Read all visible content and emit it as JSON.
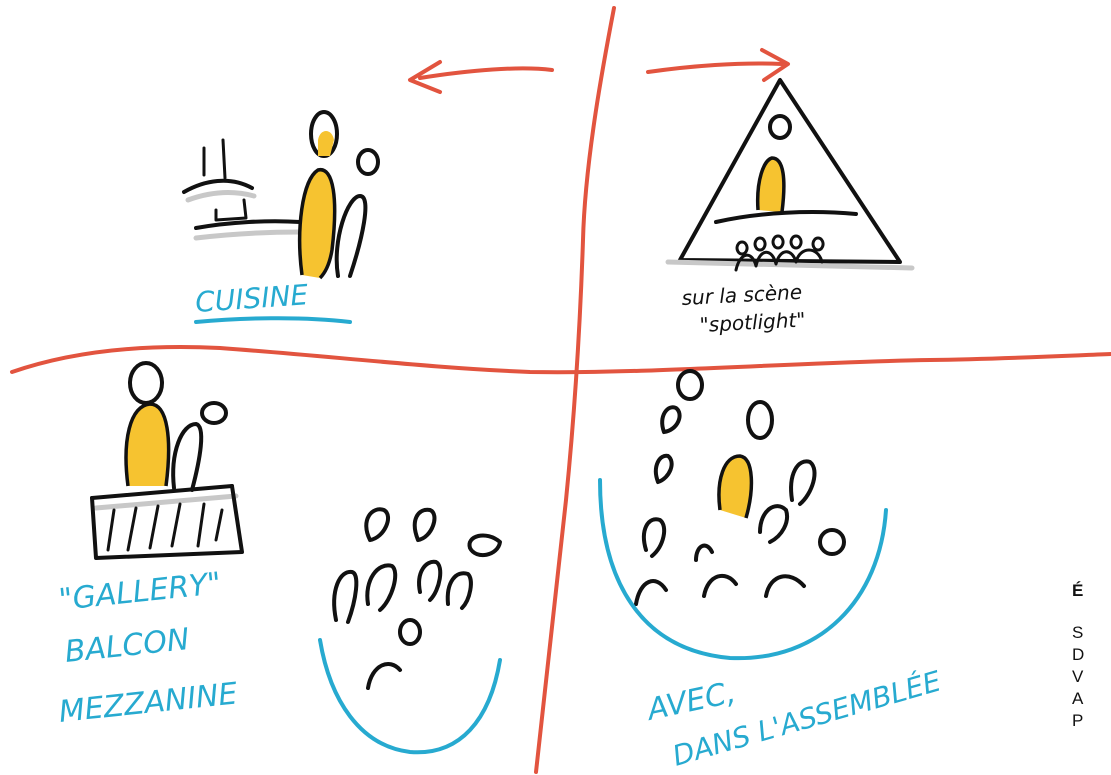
{
  "colors": {
    "divider": "#e2543f",
    "label": "#27aad0",
    "figure_fill": "#f6c330",
    "ink": "#111111"
  },
  "quadrants": {
    "top_left": {
      "label": "CUISINE",
      "icon": "kitchen-counter-icon"
    },
    "top_right": {
      "label_line1": "sur la scène",
      "label_line2": "\"spotlight\"",
      "icon": "stage-triangle-icon"
    },
    "bottom_left": {
      "label_line1": "\"GALLERY\"",
      "label_line2": "BALCON",
      "label_line3": "MEZZANINE",
      "icon": "balcony-icon"
    },
    "bottom_right": {
      "label_line1": "AVEC,",
      "label_line2": "DANS L'ASSEMBLÉE",
      "icon": "crowd-bowl-icon"
    }
  },
  "side_panel": {
    "title": "É",
    "lines": [
      "S",
      "D",
      "V",
      "A",
      "P"
    ]
  }
}
